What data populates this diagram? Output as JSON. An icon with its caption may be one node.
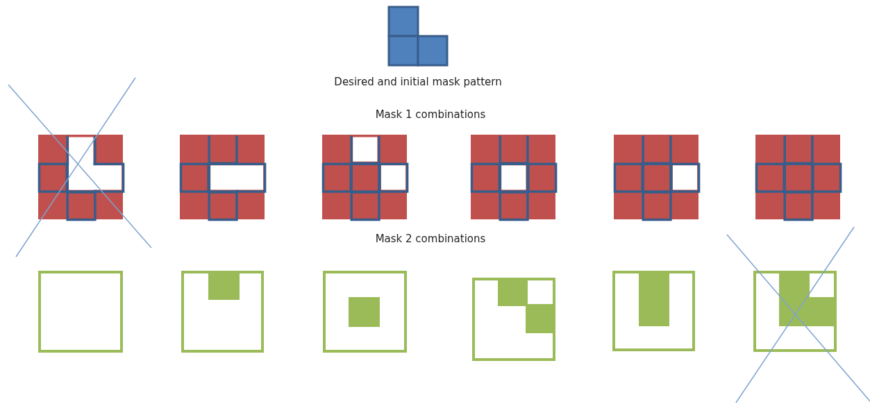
{
  "diagram": {
    "labels": [
      "Desired and initial mask pattern",
      "Mask 1 combinations",
      "Mask 2 combinations"
    ]
  }
}
